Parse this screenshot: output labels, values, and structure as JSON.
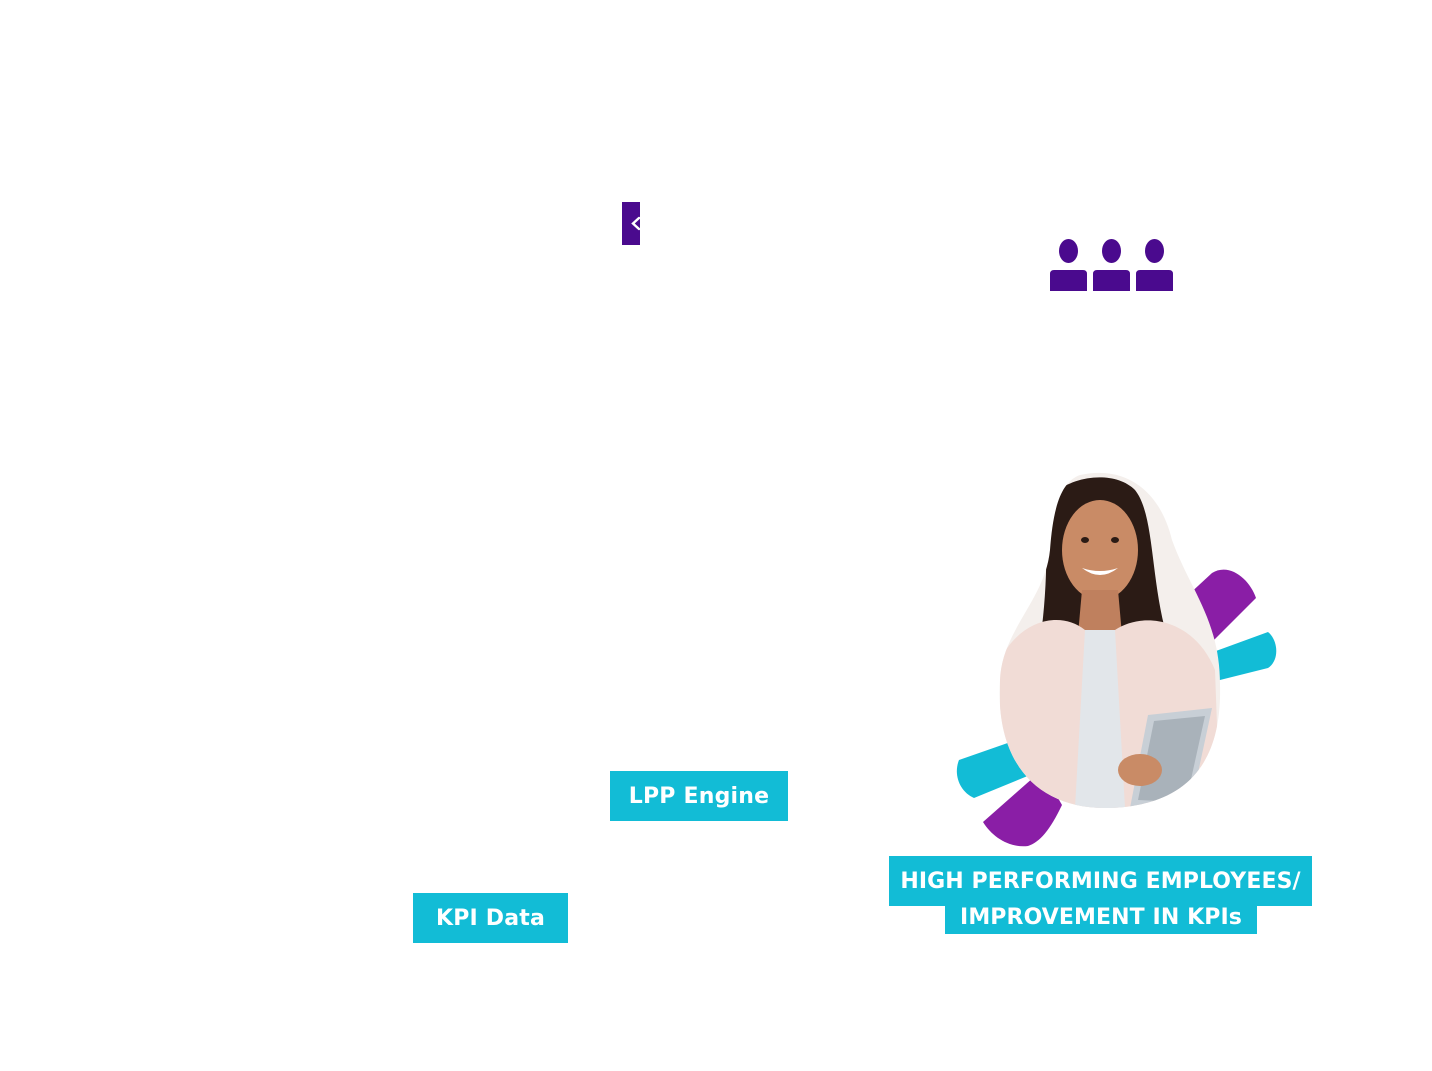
{
  "labels": {
    "kpi_data": "KPI Data",
    "lpp_engine": "LPP Engine",
    "outcome_line1": "HIGH PERFORMING EMPLOYEES/",
    "outcome_line2": "IMPROVEMENT IN KPIs"
  },
  "icons": {
    "people": "group-of-people-icon",
    "partial": "arrow-left-icon"
  },
  "colors": {
    "accent_cyan": "#12bcd6",
    "accent_purple": "#4a0a8e",
    "swoosh_purple": "#8a1ea6"
  }
}
